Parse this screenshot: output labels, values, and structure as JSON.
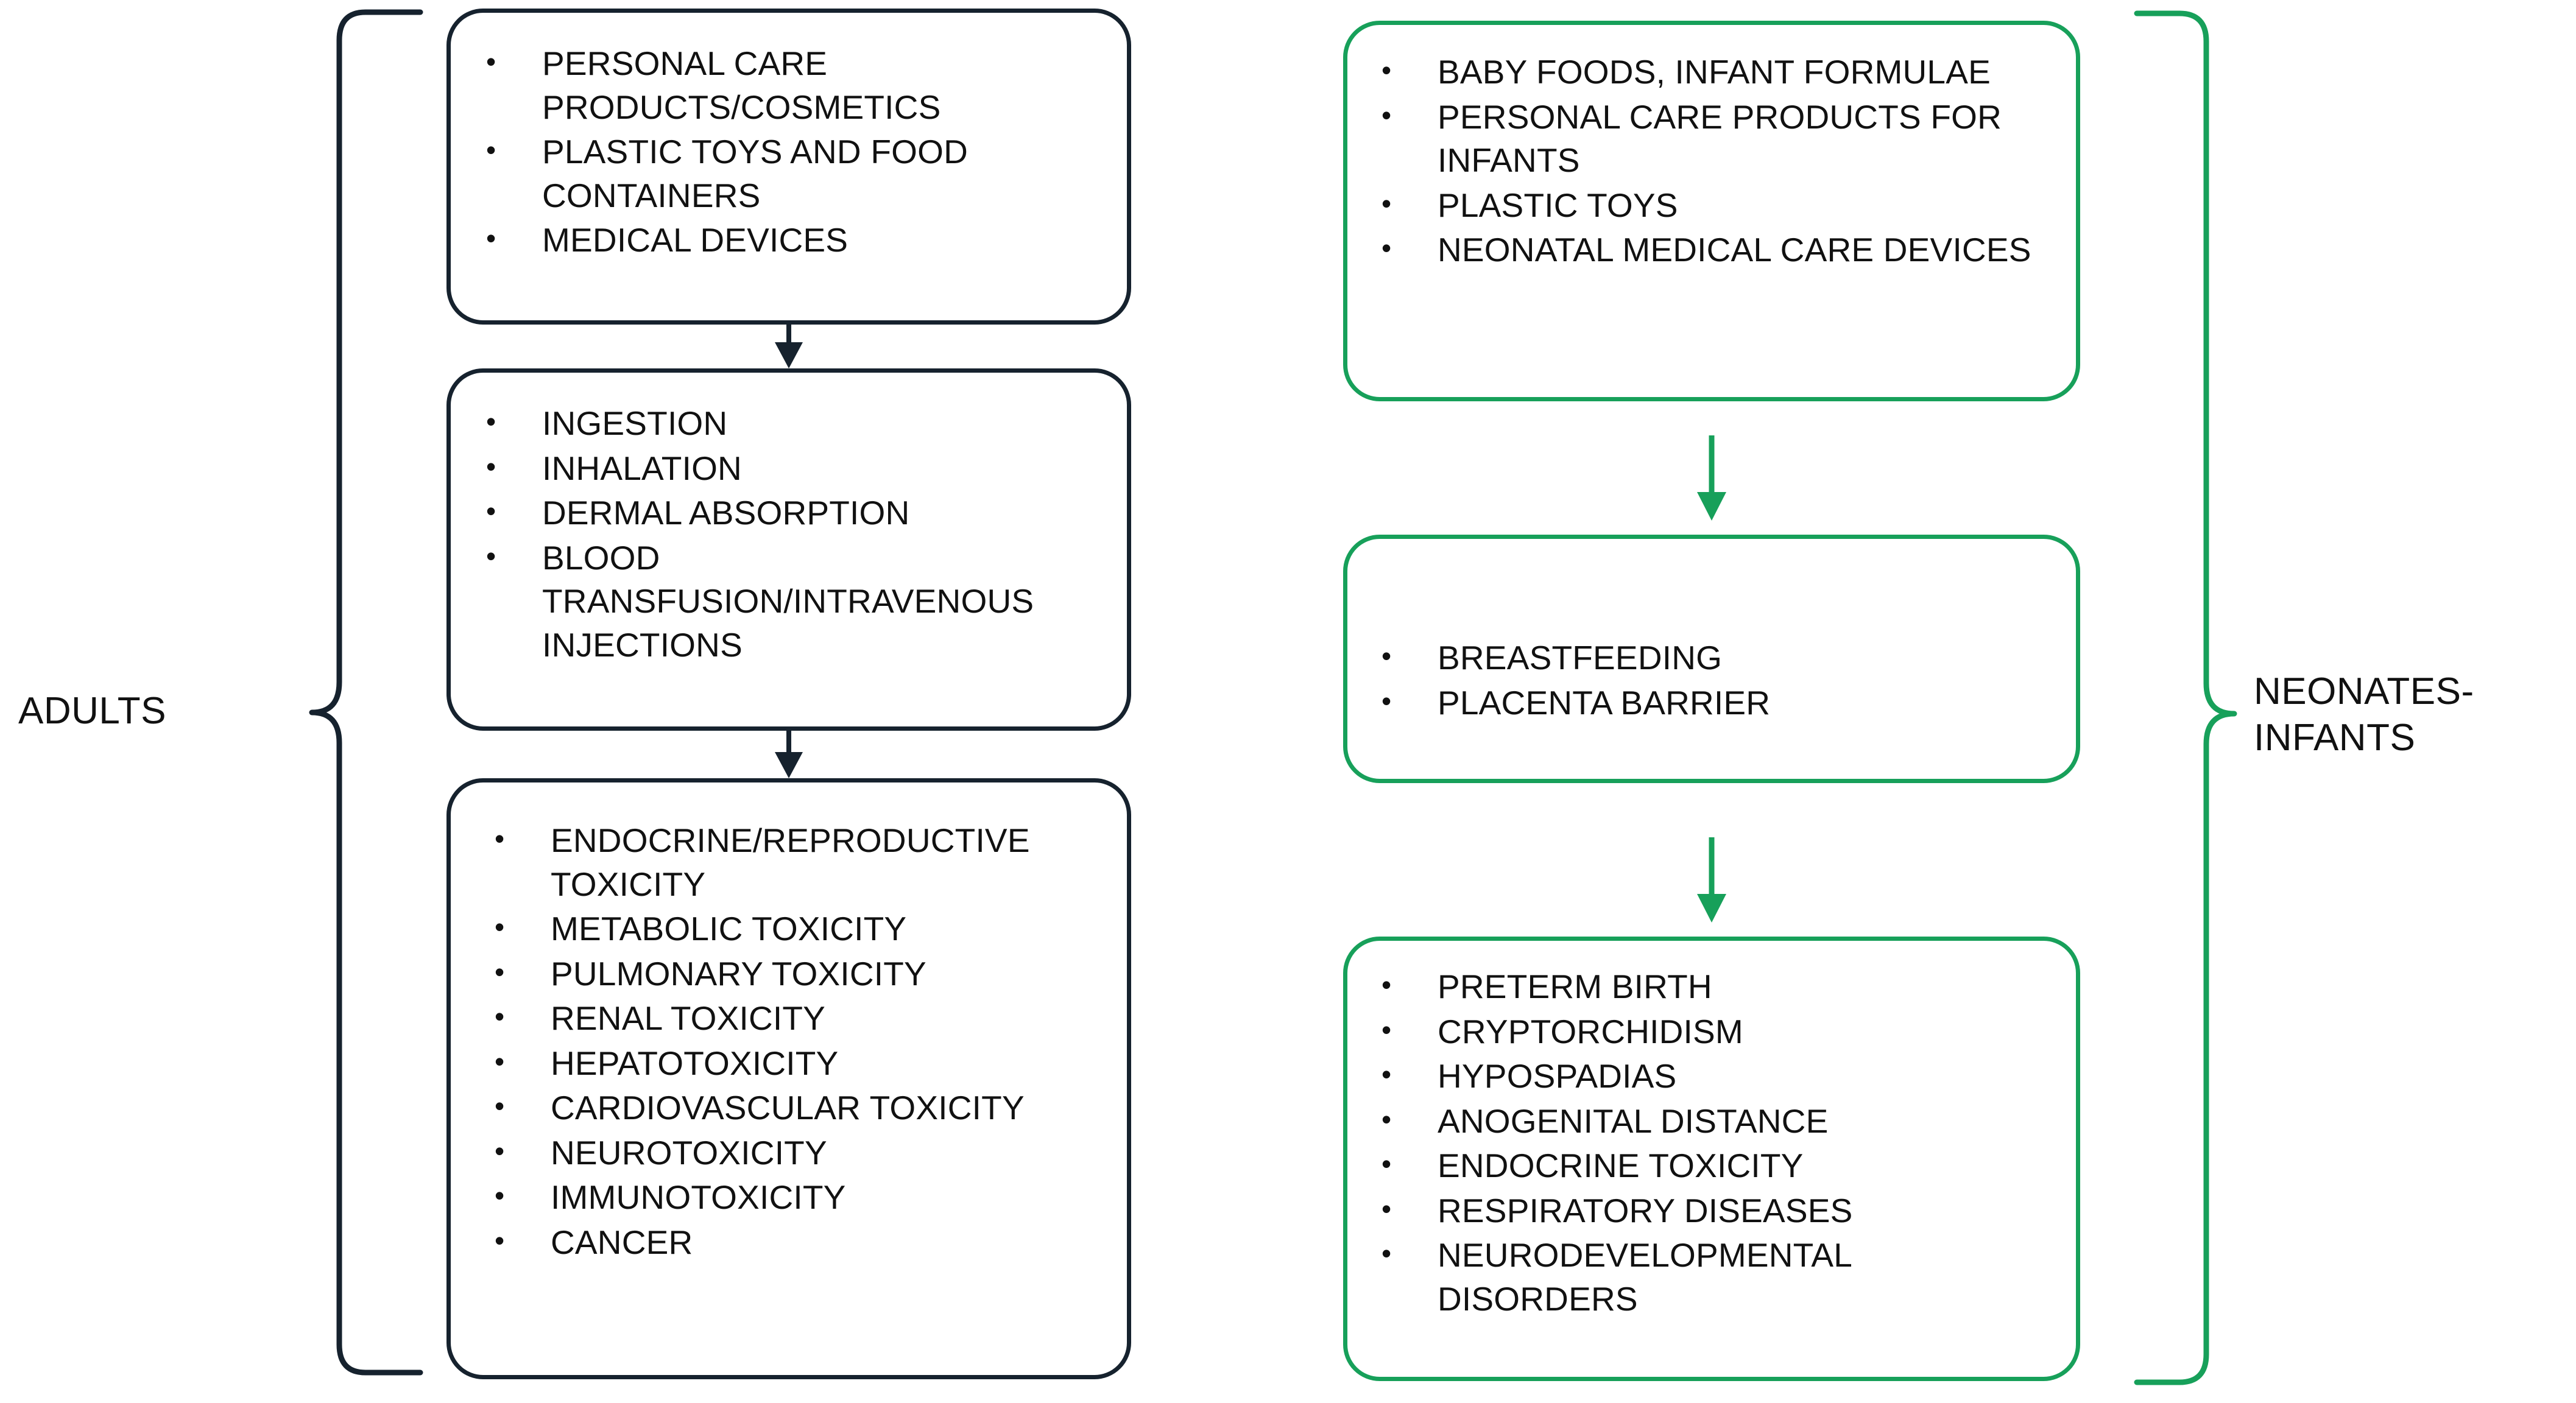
{
  "colors": {
    "adult_stroke": "#16222e",
    "neonate_stroke": "#17a05a",
    "text": "#111111",
    "background": "#ffffff"
  },
  "groups": {
    "left": {
      "label": "ADULTS",
      "brace_color": "#16222e"
    },
    "right": {
      "label": "NEONATES-\nINFANTS",
      "brace_color": "#17a05a"
    }
  },
  "flows": {
    "adults": {
      "boxes": [
        {
          "name": "adult-sources",
          "items": [
            "PERSONAL CARE PRODUCTS/COSMETICS",
            "PLASTIC TOYS AND FOOD CONTAINERS",
            "MEDICAL DEVICES"
          ]
        },
        {
          "name": "adult-routes",
          "items": [
            "INGESTION",
            "INHALATION",
            "DERMAL ABSORPTION",
            "BLOOD TRANSFUSION/INTRAVENOUS INJECTIONS"
          ]
        },
        {
          "name": "adult-effects",
          "items": [
            "ENDOCRINE/REPRODUCTIVE TOXICITY",
            "METABOLIC TOXICITY",
            "PULMONARY TOXICITY",
            "RENAL TOXICITY",
            "HEPATOTOXICITY",
            "CARDIOVASCULAR TOXICITY",
            "NEUROTOXICITY",
            "IMMUNOTOXICITY",
            "CANCER"
          ]
        }
      ]
    },
    "neonates": {
      "boxes": [
        {
          "name": "neonate-sources",
          "items": [
            "BABY FOODS, INFANT FORMULAE",
            "PERSONAL CARE PRODUCTS FOR INFANTS",
            "PLASTIC TOYS",
            "NEONATAL MEDICAL CARE DEVICES"
          ]
        },
        {
          "name": "neonate-routes",
          "items": [
            "BREASTFEEDING",
            "PLACENTA BARRIER"
          ]
        },
        {
          "name": "neonate-effects",
          "items": [
            "PRETERM BIRTH",
            "CRYPTORCHIDISM",
            "HYPOSPADIAS",
            "ANOGENITAL DISTANCE",
            "ENDOCRINE TOXICITY",
            "RESPIRATORY DISEASES",
            "NEURODEVELOPMENTAL DISORDERS"
          ]
        }
      ]
    }
  },
  "arrows": [
    {
      "name": "adult-arrow-1",
      "color": "#16222e"
    },
    {
      "name": "adult-arrow-2",
      "color": "#16222e"
    },
    {
      "name": "neonate-arrow-1",
      "color": "#17a05a"
    },
    {
      "name": "neonate-arrow-2",
      "color": "#17a05a"
    }
  ]
}
